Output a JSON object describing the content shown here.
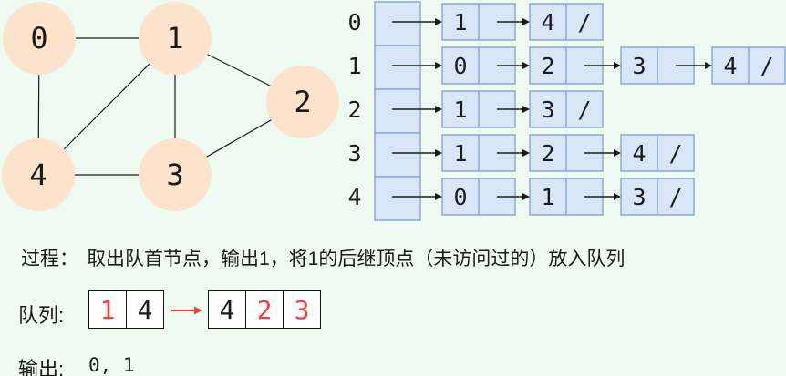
{
  "colors": {
    "background": "#eefaf2",
    "graph_node_fill": "#fce3cb",
    "list_box_fill": "#d9e6f7",
    "list_box_border": "#7e9ecf",
    "line_black": "#1a1a1a",
    "highlight_red": "#f5413d",
    "queue_box_border": "#111111",
    "queue_box_fill": "#ffffff",
    "text": "#1b1b1b"
  },
  "graph": {
    "nodes": [
      {
        "label": "0"
      },
      {
        "label": "1"
      },
      {
        "label": "2"
      },
      {
        "label": "3"
      },
      {
        "label": "4"
      }
    ],
    "edges": [
      "0-1",
      "0-4",
      "1-2",
      "1-3",
      "1-4",
      "3-4",
      "2-3"
    ]
  },
  "adjacency_list": {
    "rows": [
      {
        "label": "0",
        "cells": [
          {
            "value": "1",
            "next": ""
          },
          {
            "value": "4",
            "next": "/"
          }
        ]
      },
      {
        "label": "1",
        "cells": [
          {
            "value": "0",
            "next": ""
          },
          {
            "value": "2",
            "next": ""
          },
          {
            "value": "3",
            "next": ""
          },
          {
            "value": "4",
            "next": "/"
          }
        ]
      },
      {
        "label": "2",
        "cells": [
          {
            "value": "1",
            "next": ""
          },
          {
            "value": "3",
            "next": "/"
          }
        ]
      },
      {
        "label": "3",
        "cells": [
          {
            "value": "1",
            "next": ""
          },
          {
            "value": "2",
            "next": ""
          },
          {
            "value": "4",
            "next": "/"
          }
        ]
      },
      {
        "label": "4",
        "cells": [
          {
            "value": "0",
            "next": ""
          },
          {
            "value": "1",
            "next": ""
          },
          {
            "value": "3",
            "next": "/"
          }
        ]
      }
    ]
  },
  "process": {
    "label": "过程：",
    "text": "取出队首节点，输出1，将1的后继顶点（未访问过的）放入队列"
  },
  "queue": {
    "label": "队列:",
    "before": [
      {
        "value": "1",
        "color": "#f5413d"
      },
      {
        "value": "4",
        "color": "#1b1b1b"
      }
    ],
    "after": [
      {
        "value": "4",
        "color": "#1b1b1b"
      },
      {
        "value": "2",
        "color": "#f5413d"
      },
      {
        "value": "3",
        "color": "#f5413d"
      }
    ]
  },
  "output": {
    "label": "输出:",
    "value": "0, 1"
  }
}
